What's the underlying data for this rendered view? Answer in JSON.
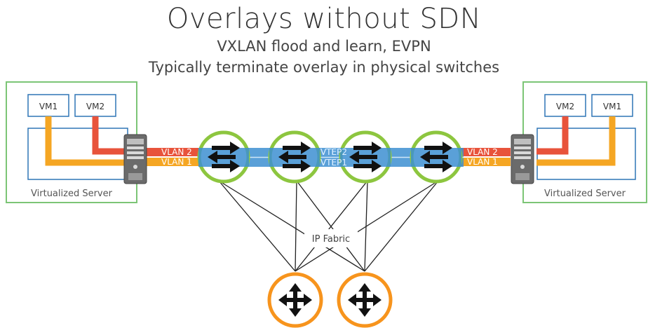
{
  "title": "Overlays without SDN",
  "subtitle1": "VXLAN flood and learn, EVPN",
  "subtitle2": "Typically terminate overlay in physical switches",
  "left_server": {
    "vm1": "VM1",
    "vm2": "VM2",
    "label": "Virtualized Server",
    "vlan2": "VLAN 2",
    "vlan1": "VLAN 1"
  },
  "right_server": {
    "vm1": "VM1",
    "vm2": "VM2",
    "label": "Virtualized Server",
    "vlan2": "VLAN 2",
    "vlan1": "VLAN 1"
  },
  "tunnels": {
    "vtep2": "VTEP2",
    "vtep1": "VTEP1"
  },
  "fabric_label": "IP Fabric",
  "colors": {
    "server_box": "#7cc576",
    "vm_box": "#2e75b6",
    "vm1_link": "#f5a623",
    "vm2_link": "#e8533b",
    "tunnel": "#3d8fd1",
    "switch_ring": "#8dc63f",
    "spine_ring": "#f7941d"
  },
  "icons": [
    "server-icon",
    "switch-arrows-icon",
    "router-cross-arrows-icon"
  ]
}
